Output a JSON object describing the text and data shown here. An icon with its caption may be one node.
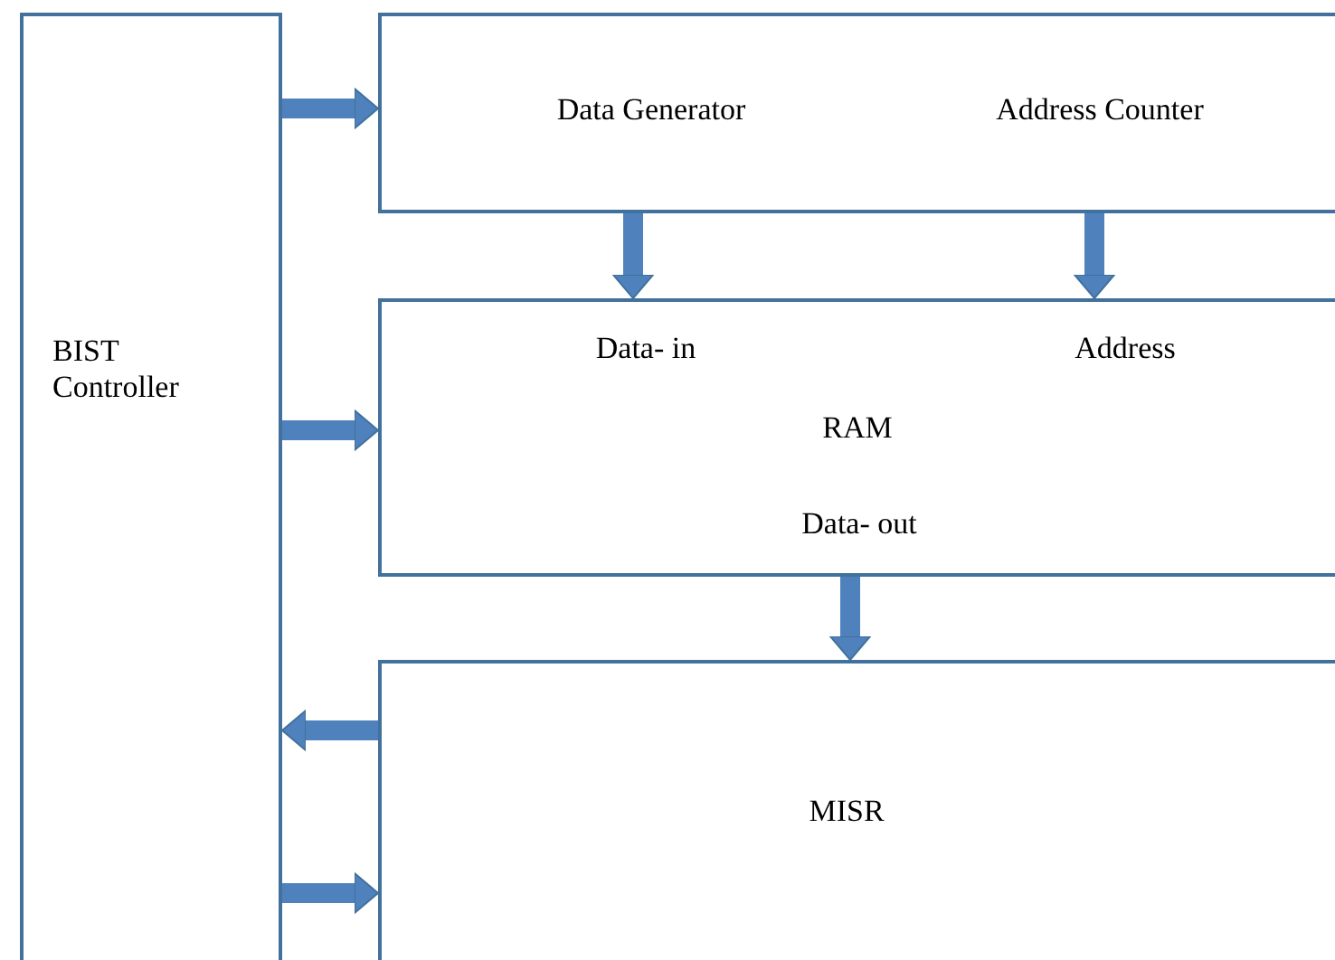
{
  "diagram": {
    "nodes": [
      {
        "text": [
          "BIST Controller"
        ]
      },
      {
        "text": [
          "Data Generator",
          "Address Counter"
        ]
      },
      {
        "text": [
          "Data- in",
          "Address",
          "RAM",
          "Data- out"
        ]
      },
      {
        "text": [
          "MISR"
        ]
      }
    ],
    "edges": [
      {
        "from": 0,
        "to": 1,
        "arrow": "to"
      },
      {
        "from": 1,
        "to": 2,
        "arrow": "to"
      },
      {
        "from": 1,
        "to": 2,
        "arrow": "to"
      },
      {
        "from": 0,
        "to": 2,
        "arrow": "to"
      },
      {
        "from": 2,
        "to": 3,
        "arrow": "to"
      },
      {
        "from": 3,
        "to": 0,
        "arrow": "to"
      },
      {
        "from": 0,
        "to": 3,
        "arrow": "to"
      }
    ]
  }
}
